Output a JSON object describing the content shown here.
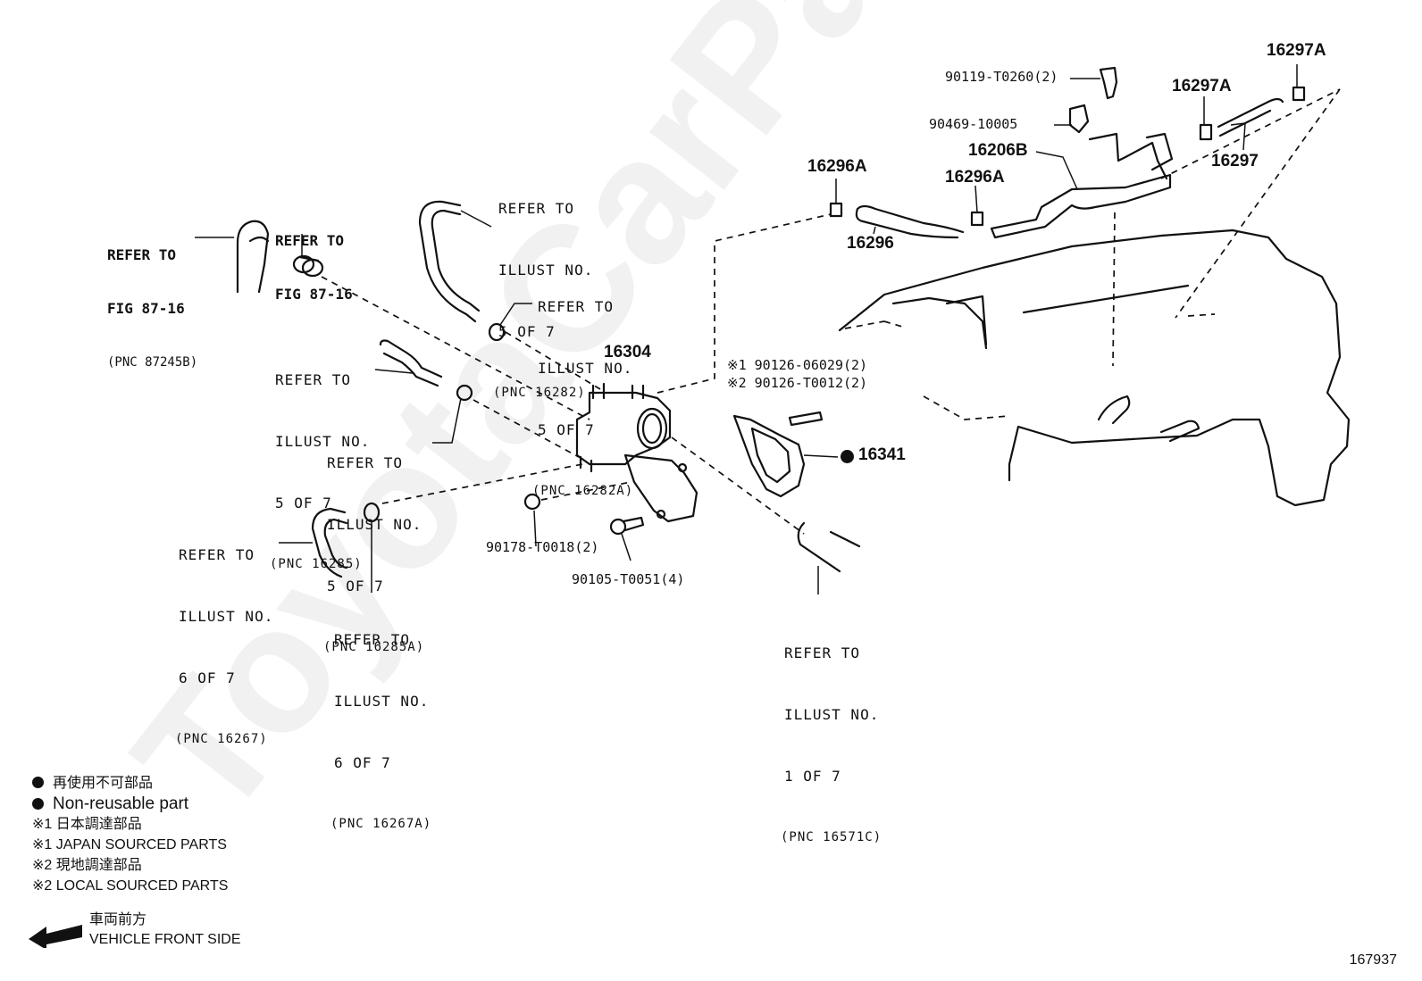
{
  "refs": {
    "fig_87245b": {
      "line1": "REFER TO",
      "line2": "FIG 87-16",
      "pnc": "(PNC 87245B)"
    },
    "fig_87_16": {
      "line1": "REFER TO",
      "line2": "FIG 87-16"
    },
    "illust_16282": {
      "l1": "REFER TO",
      "l2": "ILLUST NO.",
      "l3": "5 OF 7",
      "pnc": "(PNC 16282)"
    },
    "illust_16282a": {
      "l1": "REFER TO",
      "l2": "ILLUST NO.",
      "l3": "5 OF 7",
      "pnc": "(PNC 16282A)"
    },
    "illust_16285": {
      "l1": "REFER TO",
      "l2": "ILLUST NO.",
      "l3": "5 OF 7",
      "pnc": "(PNC 16285)"
    },
    "illust_16285a": {
      "l1": "REFER TO",
      "l2": "ILLUST NO.",
      "l3": "5 OF 7",
      "pnc": "(PNC 16285A)"
    },
    "illust_16267": {
      "l1": "REFER TO",
      "l2": "ILLUST NO.",
      "l3": "6 OF 7",
      "pnc": "(PNC 16267)"
    },
    "illust_16267a": {
      "l1": "REFER TO",
      "l2": "ILLUST NO.",
      "l3": "6 OF 7",
      "pnc": "(PNC 16267A)"
    },
    "illust_16571c": {
      "l1": "REFER TO",
      "l2": "ILLUST NO.",
      "l3": "1 OF 7",
      "pnc": "(PNC 16571C)"
    }
  },
  "parts": {
    "p16304": "16304",
    "p16341": "16341",
    "p16296": "16296",
    "p16296a_1": "16296A",
    "p16296a_2": "16296A",
    "p16206b": "16206B",
    "p16297": "16297",
    "p16297a_1": "16297A",
    "p16297a_2": "16297A",
    "p90119": "90119-T0260(2)",
    "p90469": "90469-10005",
    "p90126_1": "※1 90126-06029(2)",
    "p90126_2": "※2 90126-T0012(2)",
    "p90178": "90178-T0018(2)",
    "p90105": "90105-T0051(4)"
  },
  "legend": {
    "nonreuse_jp": "再使用不可部品",
    "nonreuse_en": "Non-reusable part",
    "japan_jp": "※1 日本調達部品",
    "japan_en": "※1 JAPAN SOURCED PARTS",
    "local_jp": "※2 現地調達部品",
    "local_en": "※2 LOCAL SOURCED PARTS"
  },
  "front": {
    "jp": "車両前方",
    "en": "VEHICLE FRONT SIDE"
  },
  "illustration_code": "167937",
  "watermark": "ToyotaCarParts"
}
